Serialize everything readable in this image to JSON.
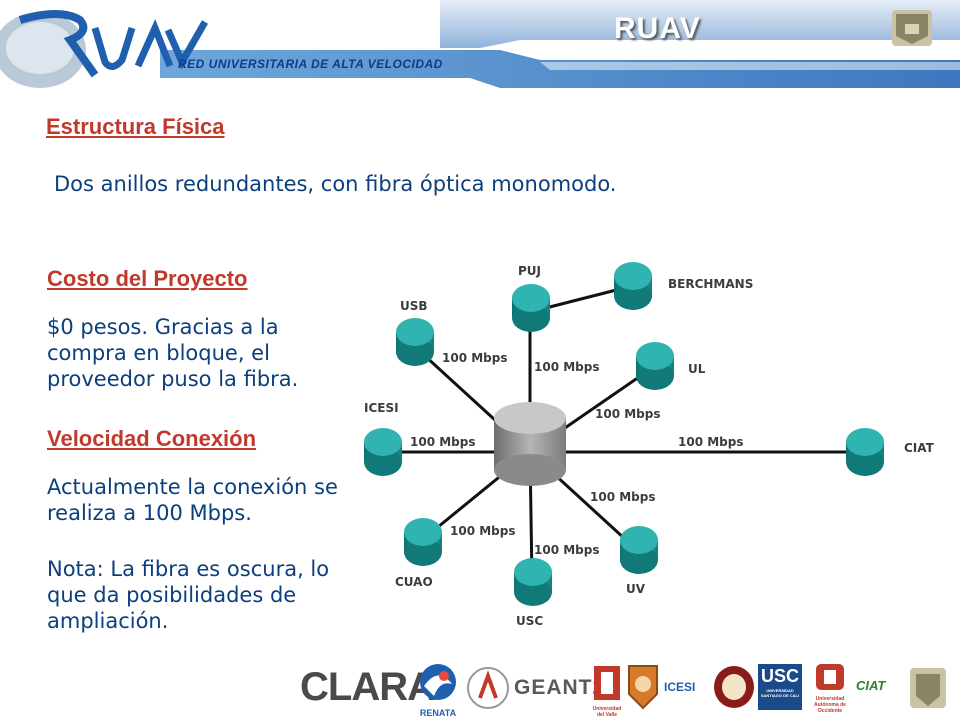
{
  "header": {
    "title": "RUAV",
    "subtitle": "RED UNIVERSITARIA DE ALTA VELOCIDAD"
  },
  "section_title": "Estructura Física",
  "subtitle": "Dos anillos redundantes, con fibra óptica monomodo.",
  "left": {
    "cost_heading": "Costo del Proyecto",
    "cost_text": "$0 pesos. Gracias a la compra en bloque, el proveedor puso la fibra.",
    "speed_heading": "Velocidad Conexión",
    "speed_text": "Actualmente la conexión se realiza a 100 Mbps.",
    "note_text": "Nota: La fibra es oscura, lo que da posibilidades de ampliación."
  },
  "diagram": {
    "nodes": [
      "PUJ",
      "BERCHMANS",
      "USB",
      "UL",
      "ICESI",
      "CIAT",
      "CUAO",
      "USC",
      "UV"
    ],
    "link_label": "100 Mbps"
  },
  "footer": {
    "logos": [
      "CLARA",
      "RENATA",
      "GEANT2",
      "ICESI",
      "USC",
      "CIAT"
    ],
    "usc_caption": "UNIVERSIDAD SANTIAGO DE CALI",
    "uao_caption": "Universidad Autónoma de Occidente",
    "univalle_caption": "Universidad del Valle"
  },
  "colors": {
    "heading": "#c0392b",
    "body": "#0b3f7d",
    "node": "#1f9e9c",
    "hub": "#9a9a9a",
    "header_blue": "#1f5fae"
  }
}
